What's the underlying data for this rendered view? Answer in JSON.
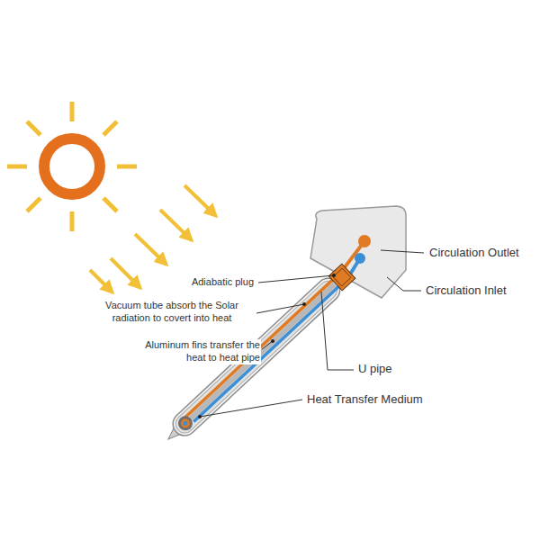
{
  "diagram": {
    "labels": [
      "Adiabatic plug",
      "Vacuum tube absorb the Solar radiation to covert into heat",
      "Aluminum fins transfer the heat to heat pipe",
      "Heat Transfer Medium",
      "U pipe",
      "Circulation Outlet",
      "Circulation Inlet"
    ]
  }
}
